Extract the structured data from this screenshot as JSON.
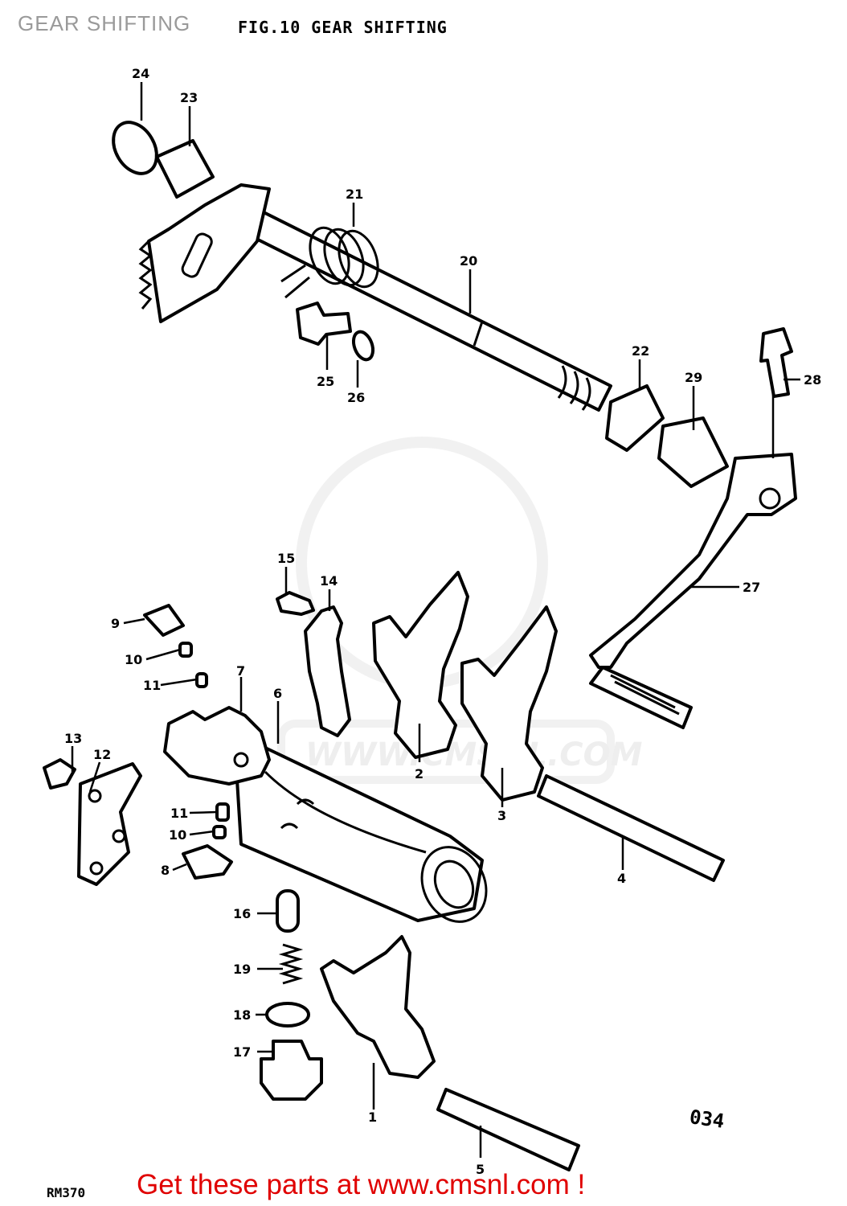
{
  "page_label": "GEAR SHIFTING",
  "figure_title": "FIG.10  GEAR SHIFTING",
  "model_code": "RM370",
  "page_number": "034",
  "cta_text": "Get these parts at www.cmsnl.com !",
  "watermark": "WWW.CMSNL.COM",
  "colors": {
    "cta": "#e00000",
    "line": "#000000",
    "watermark": "#e8e8e8"
  },
  "parts": [
    {
      "ref": "1"
    },
    {
      "ref": "2"
    },
    {
      "ref": "3"
    },
    {
      "ref": "4"
    },
    {
      "ref": "5"
    },
    {
      "ref": "6"
    },
    {
      "ref": "7"
    },
    {
      "ref": "8"
    },
    {
      "ref": "9"
    },
    {
      "ref": "10"
    },
    {
      "ref": "10"
    },
    {
      "ref": "11"
    },
    {
      "ref": "11"
    },
    {
      "ref": "12"
    },
    {
      "ref": "13"
    },
    {
      "ref": "14"
    },
    {
      "ref": "15"
    },
    {
      "ref": "16"
    },
    {
      "ref": "17"
    },
    {
      "ref": "18"
    },
    {
      "ref": "19"
    },
    {
      "ref": "20"
    },
    {
      "ref": "21"
    },
    {
      "ref": "22"
    },
    {
      "ref": "23"
    },
    {
      "ref": "24"
    },
    {
      "ref": "25"
    },
    {
      "ref": "26"
    },
    {
      "ref": "27"
    },
    {
      "ref": "28"
    },
    {
      "ref": "29"
    }
  ]
}
